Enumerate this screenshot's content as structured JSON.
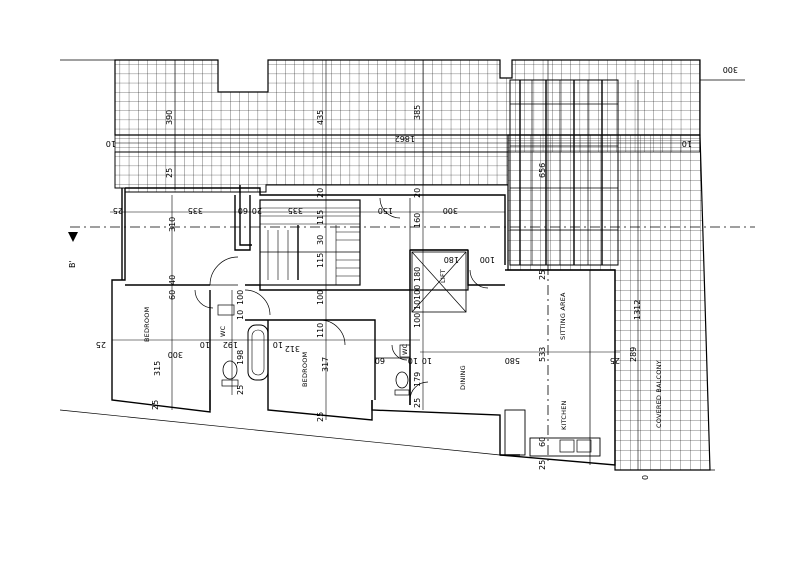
{
  "rooms": {
    "bedroom_1": "BEDROOM",
    "bedroom_2": "BEDROOM",
    "wc_1": "WC",
    "wc_2": "WC",
    "lift": "LIFT",
    "sitting_area": "SITTING AREA",
    "dining": "DINING",
    "kitchen": "KITCHEN",
    "covered_balcony": "COVERED BALCONY"
  },
  "section_marker": "B'",
  "dimensions": {
    "top_300": "300",
    "top_390": "390",
    "top_435": "435",
    "top_385": "385",
    "top_1862": "1862",
    "left_10": "10",
    "right_10": "10",
    "d25_a": "25",
    "d25_left": "25",
    "d335_a": "335",
    "d335_b": "335",
    "d60": "60",
    "d20_a": "20",
    "d20_b": "20",
    "d20_c": "20",
    "d150": "150",
    "d300_mid": "300",
    "d115_a": "115",
    "d115_b": "115",
    "d160": "160",
    "d30": "30",
    "d180_a": "180",
    "d180_b": "180",
    "d100_a": "100",
    "d100_b": "100",
    "d100_c": "100",
    "d100_d": "100",
    "d100_e": "100",
    "d656": "656",
    "d310_a": "310",
    "d40": "40",
    "d60_b": "60",
    "d10_a": "10",
    "d25_b": "25",
    "d1312": "1312",
    "d25_c": "25",
    "d300_bed": "300",
    "d10_b": "10",
    "d192": "192",
    "d10_c": "10",
    "d312": "312",
    "d10_d": "10",
    "d110": "110",
    "d60_c": "60",
    "d10_e": "10",
    "d10_f": "10",
    "d580": "580",
    "d533": "533",
    "d25_d": "25",
    "d289": "289",
    "d315": "315",
    "d198": "198",
    "d317": "317",
    "d179": "179",
    "d25_e": "25",
    "d25_f": "25",
    "d25_g": "25",
    "d25_h": "25",
    "d25_i": "25",
    "d25_j": "25",
    "d0": "0",
    "d60_d": "60"
  }
}
